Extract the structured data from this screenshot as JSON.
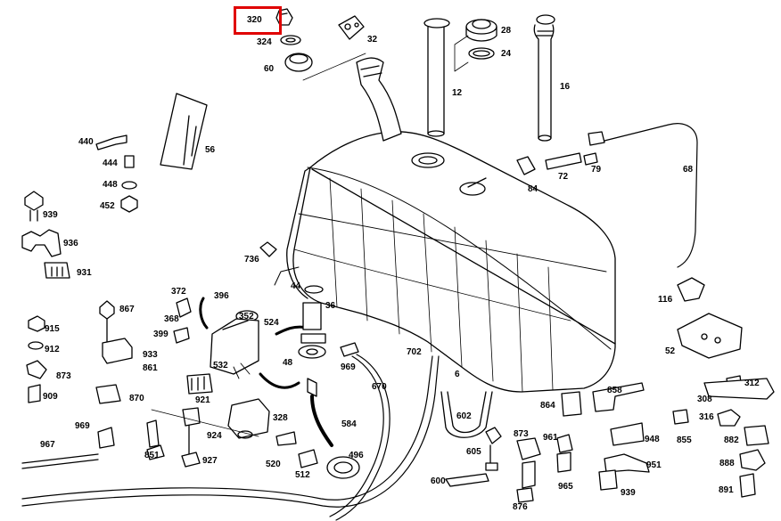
{
  "diagram": {
    "highlight_color": "#e00000",
    "highlighted_part": "320",
    "labels": {
      "p320": "320",
      "p324": "324",
      "p60": "60",
      "p32": "32",
      "p28": "28",
      "p24": "24",
      "p12": "12",
      "p16": "16",
      "p440": "440",
      "p444": "444",
      "p448": "448",
      "p452": "452",
      "p56": "56",
      "p939": "939",
      "p936": "936",
      "p931": "931",
      "p736": "736",
      "p44": "44",
      "p36": "36",
      "p372": "372",
      "p396": "396",
      "p368": "368",
      "p352": "352",
      "p524": "524",
      "p399": "399",
      "p532": "532",
      "p48": "48",
      "p969a": "969",
      "p867": "867",
      "p915": "915",
      "p912": "912",
      "p873a": "873",
      "p909": "909",
      "p933": "933",
      "p861": "861",
      "p870": "870",
      "p921": "921",
      "p702": "702",
      "p670": "670",
      "p6": "6",
      "p328": "328",
      "p584": "584",
      "p520": "520",
      "p496": "496",
      "p512": "512",
      "p924": "924",
      "p927": "927",
      "p851": "851",
      "p969b": "969",
      "p967": "967",
      "p602": "602",
      "p605": "605",
      "p600": "600",
      "p873b": "873",
      "p961": "961",
      "p965": "965",
      "p876": "876",
      "p864": "864",
      "p858": "858",
      "p948": "948",
      "p951": "951",
      "p939b": "939",
      "p84": "84",
      "p72": "72",
      "p79": "79",
      "p68": "68",
      "p116": "116",
      "p52": "52",
      "p312": "312",
      "p308": "308",
      "p316": "316",
      "p855": "855",
      "p882": "882",
      "p888": "888",
      "p891": "891"
    }
  }
}
